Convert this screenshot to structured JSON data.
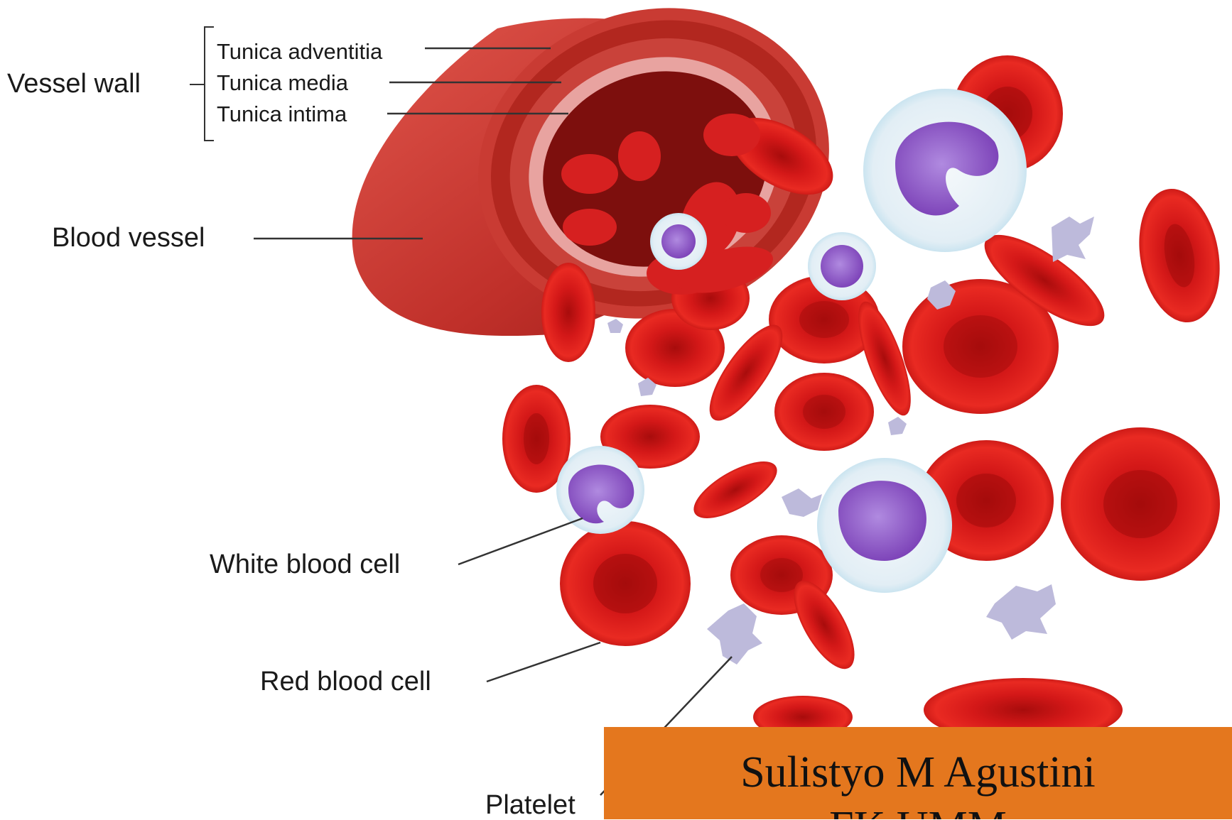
{
  "labels": {
    "vessel_wall": "Vessel wall",
    "tunica_adventitia": "Tunica adventitia",
    "tunica_media": "Tunica media",
    "tunica_intima": "Tunica intima",
    "blood_vessel": "Blood vessel",
    "white_blood_cell": "White blood cell",
    "red_blood_cell": "Red blood cell",
    "platelet": "Platelet"
  },
  "banner": {
    "line1": "Sulistyo M Agustini",
    "line2": "FK UMM"
  },
  "colors": {
    "rbc": "#d41a1a",
    "rbc_dark": "#a50d0d",
    "rbc_light": "#ff5a4a",
    "vessel": "#c4332c",
    "wbc_membrane": "#cfe8f2",
    "wbc_nucleus": "#8a4fc4",
    "platelet": "#b9b6d8",
    "banner": "#e4771e"
  }
}
